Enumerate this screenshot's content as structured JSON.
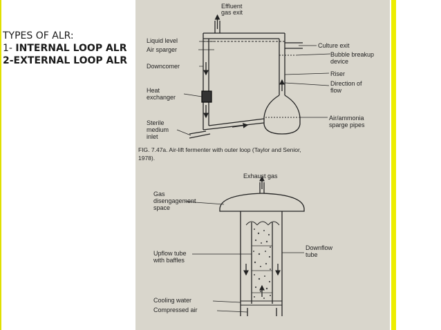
{
  "slide": {
    "heading": "TYPES OF ALR:",
    "item1_prefix": "1- ",
    "item1_bold": "INTERNAL LOOP ALR",
    "item2": "2-EXTERNAL LOOP ALR"
  },
  "fig1": {
    "effluent_l1": "Effluent",
    "effluent_l2": "gas exit",
    "liquid_level": "Liquid level",
    "air_sparger": "Air sparger",
    "downcomer": "Downcomer",
    "heat_l1": "Heat",
    "heat_l2": "exchanger",
    "sterile_l1": "Sterile",
    "sterile_l2": "medium",
    "sterile_l3": "inlet",
    "culture_exit": "Culture exit",
    "bubble_l1": "Bubble breakup",
    "bubble_l2": "device",
    "riser": "Riser",
    "direction_l1": "Direction of",
    "direction_l2": "flow",
    "airammonia_l1": "Air/ammonia",
    "airammonia_l2": "sparge pipes",
    "caption_l1": "FIG. 7.47a.  Air-lift fermenter with outer loop (Taylor and Senior,",
    "caption_l2": "1978)."
  },
  "fig2": {
    "exhaust": "Exhaust gas",
    "gas_l1": "Gas",
    "gas_l2": "disengagement",
    "gas_l3": "space",
    "upflow_l1": "Upflow tube",
    "upflow_l2": "with baffles",
    "downflow_l1": "Downflow",
    "downflow_l2": "tube",
    "cooling": "Cooling water",
    "compressed": "Compressed air"
  },
  "colors": {
    "accent_bar": "#eded00",
    "scan_paper": "#d9d6cc",
    "ink": "#222222"
  }
}
